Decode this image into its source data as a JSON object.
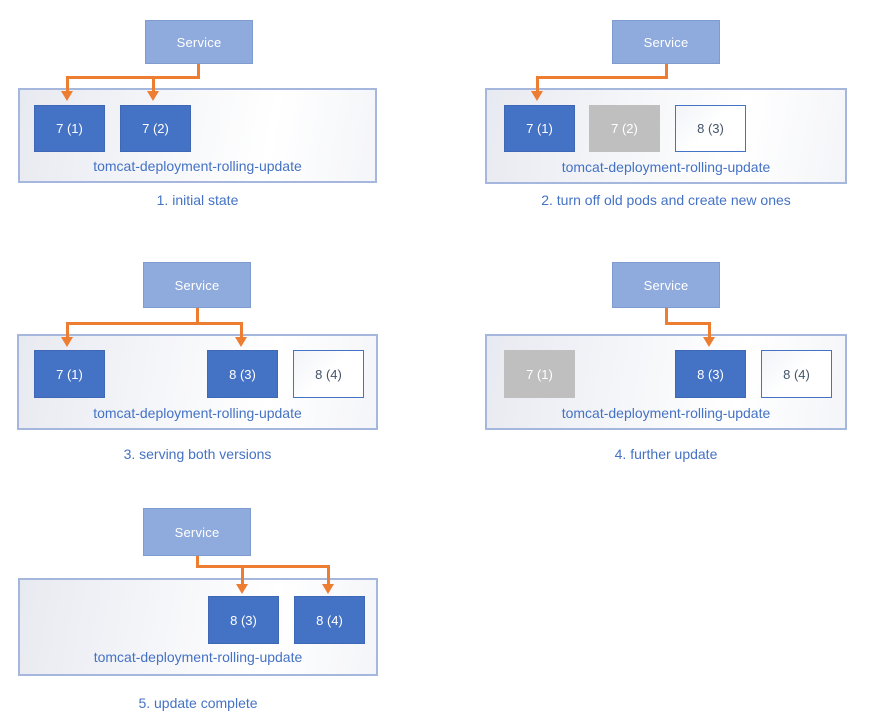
{
  "colors": {
    "service_fill": "#8faadc",
    "service_border": "#7f9cd1",
    "pod_active_fill": "#4472c4",
    "pod_active_border": "#3e68b5",
    "pod_terminated_fill": "#bfbfbf",
    "pod_new_border": "#4472c4",
    "pod_new_text": "#44546a",
    "pod_text": "#ffffff",
    "arrow": "#ed7d31",
    "container_border": "#a6b7dd",
    "deployment_label_text": "#4472c4",
    "caption_text": "#4472c4"
  },
  "panels": [
    {
      "service_label": "Service",
      "deployment_label": "tomcat-deployment-rolling-update",
      "caption": "1. initial state",
      "pods": [
        {
          "label": "7 (1)",
          "state": "active"
        },
        {
          "label": "7 (2)",
          "state": "active"
        }
      ]
    },
    {
      "service_label": "Service",
      "deployment_label": "tomcat-deployment-rolling-update",
      "caption": "2. turn off old pods and create new ones",
      "pods": [
        {
          "label": "7 (1)",
          "state": "active"
        },
        {
          "label": "7 (2)",
          "state": "stopped"
        },
        {
          "label": "8 (3)",
          "state": "new"
        }
      ]
    },
    {
      "service_label": "Service",
      "deployment_label": "tomcat-deployment-rolling-update",
      "caption": "3. serving both versions",
      "pods": [
        {
          "label": "7 (1)",
          "state": "active"
        },
        {
          "label": "8 (3)",
          "state": "active"
        },
        {
          "label": "8 (4)",
          "state": "new"
        }
      ]
    },
    {
      "service_label": "Service",
      "deployment_label": "tomcat-deployment-rolling-update",
      "caption": "4. further update",
      "pods": [
        {
          "label": "7 (1)",
          "state": "stopped"
        },
        {
          "label": "8 (3)",
          "state": "active"
        },
        {
          "label": "8 (4)",
          "state": "new"
        }
      ]
    },
    {
      "service_label": "Service",
      "deployment_label": "tomcat-deployment-rolling-update",
      "caption": "5. update complete",
      "pods": [
        {
          "label": "8 (3)",
          "state": "active"
        },
        {
          "label": "8 (4)",
          "state": "active"
        }
      ]
    }
  ]
}
